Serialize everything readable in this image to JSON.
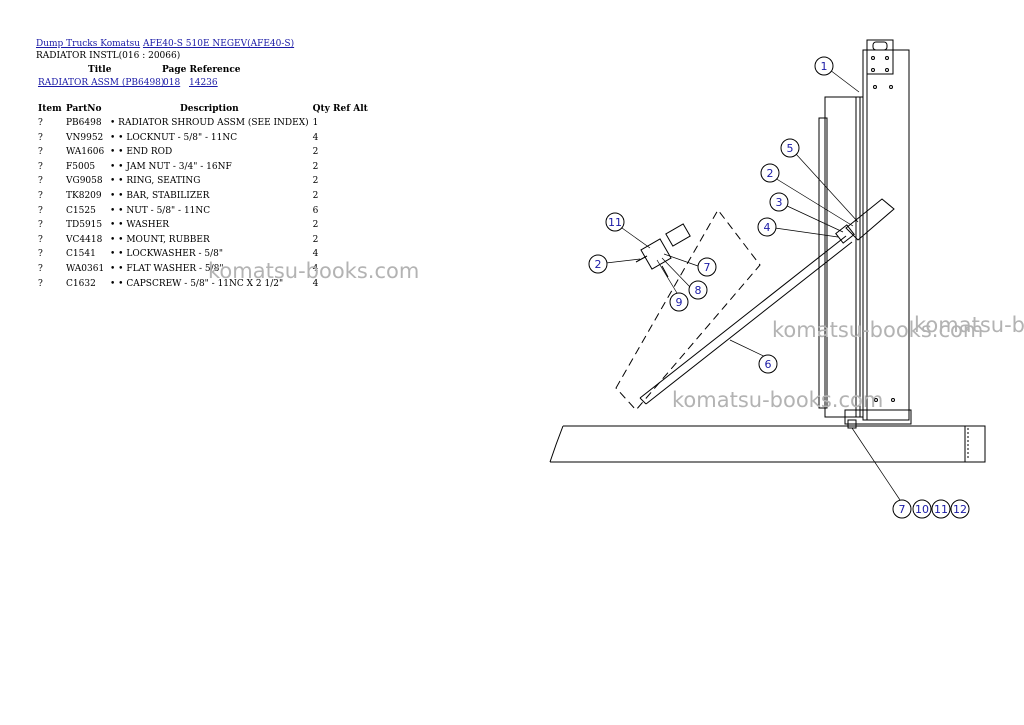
{
  "breadcrumb": {
    "link1": "Dump Trucks Komatsu",
    "link2": "AFE40-S 510E NEGEV(AFE40-S)"
  },
  "subtitle": "RADIATOR INSTL(016 : 20066)",
  "reference": {
    "title_header": "Title",
    "page_ref_header": "Page Reference",
    "title_link": "RADIATOR ASSM (PB6498)",
    "page_link": "018",
    "ref_link": "14236"
  },
  "parts_table": {
    "headers": {
      "item": "Item",
      "partno": "PartNo",
      "description": "Description",
      "qty_ref_alt": "Qty Ref Alt"
    },
    "rows": [
      {
        "item": "?",
        "partno": "PB6498",
        "description": "• RADIATOR SHROUD ASSM (SEE INDEX)",
        "qty": "1"
      },
      {
        "item": "?",
        "partno": "VN9952",
        "description": "• • LOCKNUT - 5/8\" - 11NC",
        "qty": "4"
      },
      {
        "item": "?",
        "partno": "WA1606",
        "description": "• • END ROD",
        "qty": "2"
      },
      {
        "item": "?",
        "partno": "F5005",
        "description": "• • JAM NUT - 3/4\" - 16NF",
        "qty": "2"
      },
      {
        "item": "?",
        "partno": "VG9058",
        "description": "• • RING, SEATING",
        "qty": "2"
      },
      {
        "item": "?",
        "partno": "TK8209",
        "description": "• • BAR, STABILIZER",
        "qty": "2"
      },
      {
        "item": "?",
        "partno": "C1525",
        "description": "• • NUT - 5/8\" - 11NC",
        "qty": "6"
      },
      {
        "item": "?",
        "partno": "TD5915",
        "description": "• • WASHER",
        "qty": "2"
      },
      {
        "item": "?",
        "partno": "VC4418",
        "description": "• • MOUNT, RUBBER",
        "qty": "2"
      },
      {
        "item": "?",
        "partno": "C1541",
        "description": "• • LOCKWASHER - 5/8\"",
        "qty": "4"
      },
      {
        "item": "?",
        "partno": "WA0361",
        "description": "• • FLAT WASHER - 5/8\"",
        "qty": "4"
      },
      {
        "item": "?",
        "partno": "C1632",
        "description": "• • CAPSCREW - 5/8\" - 11NC X 2 1/2\"",
        "qty": "4"
      }
    ]
  },
  "watermarks": {
    "w1": "komatsu-books.com",
    "w2": "komatsu-books.com",
    "w3": "komatsu-b",
    "w4": "komatsu-books.com"
  },
  "callouts": {
    "c1": "1",
    "c2a": "2",
    "c3": "3",
    "c4": "4",
    "c5": "5",
    "c6": "6",
    "c11a": "11",
    "c2b": "2",
    "c7a": "7",
    "c8": "8",
    "c9": "9",
    "c7b": "7",
    "c10": "10",
    "c11b": "11",
    "c12": "12"
  },
  "colors": {
    "link": "#1a1aa6",
    "callout": "#1a1aa6",
    "watermark": "#b3b3b3"
  }
}
